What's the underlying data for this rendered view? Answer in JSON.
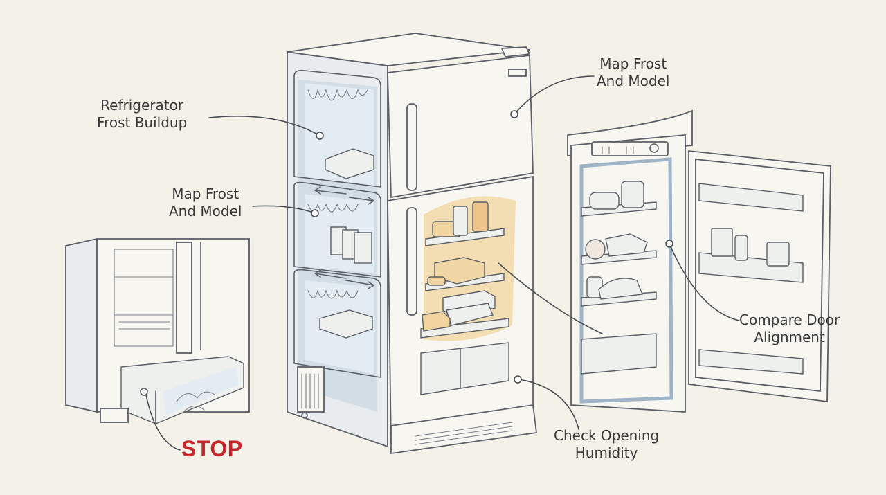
{
  "callouts": {
    "frost_buildup": {
      "line1": "Refrigerator",
      "line2": "Frost Buildup"
    },
    "map_frost_left": {
      "line1": "Map Frost",
      "line2": "And Model"
    },
    "map_frost_right": {
      "line1": "Map Frost",
      "line2": "And Model"
    },
    "door_alignment": {
      "line1": "Compare Door",
      "line2": "Alignment"
    },
    "opening_humidity": {
      "line1": "Check Opening",
      "line2": "Humidity"
    },
    "stop": {
      "text": "STOP",
      "color": "#c8252b"
    }
  },
  "colors": {
    "background": "#f4f1e8",
    "frost": "#c9d7e3",
    "warm_light": "#f2d49e",
    "ink": "#5b5f66"
  }
}
